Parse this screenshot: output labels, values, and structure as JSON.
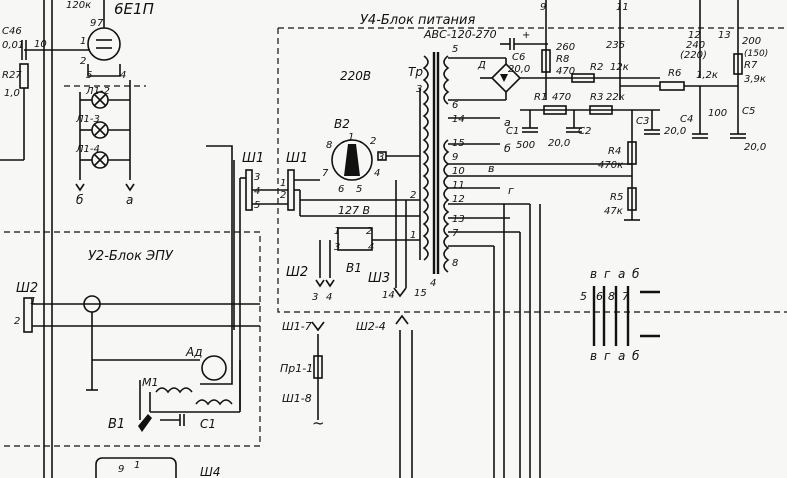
{
  "blocks": {
    "power_block": "У4-Блок питания",
    "epu_block": "У2-Блок ЭПУ"
  },
  "tube": {
    "name": "6Е1П",
    "pins": [
      "9",
      "7",
      "1",
      "2",
      "5",
      "4"
    ]
  },
  "left_components": {
    "r_top": "120к",
    "c46": "С46",
    "c46_val": "0,01",
    "r27": "R27",
    "r27_val": "1,0",
    "node10": "10",
    "lamps": [
      "Л1-2",
      "Л1-3",
      "Л1-4"
    ],
    "outputs": [
      "б",
      "а"
    ]
  },
  "power": {
    "rectifier": "АВС-120-270",
    "d": "Д",
    "c6": "С6",
    "c6_val": "20,0",
    "r8": "R8",
    "r8_val": "470",
    "v260": "260",
    "v235": "235",
    "v240": "240",
    "v220p": "(220)",
    "v200": "200",
    "v150p": "(150)",
    "net9": "9",
    "net11": "11",
    "net12": "12",
    "net13": "13",
    "r2": "R2",
    "r2_val": "12к",
    "r6": "R6",
    "r6_val": "1,2к",
    "r7": "R7",
    "r7_val": "3,9к",
    "r1": "R1",
    "r1_val": "470",
    "r3": "R3",
    "r3_val": "22к",
    "c1": "С1",
    "c1_val": "500",
    "c2": "С2",
    "c2_val": "20,0",
    "c3": "С3",
    "c3_val": "20,0",
    "c4": "С4",
    "c4_val": "100",
    "c5": "С5",
    "c5_val": "20,0",
    "r4": "R4",
    "r4_val": "470к",
    "r5": "R5",
    "r5_val": "47к",
    "tr": "Тр",
    "v220": "220В",
    "v127": "127 В",
    "b2": "В2",
    "b1": "В1",
    "switch_pos": [
      "1",
      "2",
      "3",
      "4",
      "5",
      "6",
      "7",
      "8"
    ],
    "winding_nums": [
      "5",
      "3",
      "6",
      "14",
      "15",
      "9",
      "10",
      "11",
      "12",
      "13",
      "7",
      "8",
      "2",
      "1"
    ],
    "letters": [
      "а",
      "б",
      "в",
      "г"
    ]
  },
  "connectors": {
    "sh1": "Ш1",
    "sh1b": "Ш1",
    "sh2": "Ш2",
    "sh2b": "Ш2",
    "sh3": "Ш3",
    "sh4": "Ш4",
    "sh1_7": "Ш1-7",
    "sh2_4": "Ш2-4",
    "pr1_1": "Пр1-1",
    "sh1_8": "Ш1-8",
    "sh2_pins": [
      "3",
      "4"
    ],
    "sh3_pins": [
      "14",
      "15"
    ],
    "bottom_plug_pins": [
      "9",
      "1"
    ]
  },
  "motor": {
    "ad": "Ад",
    "m1": "М1",
    "c1": "С1",
    "b1": "В1"
  },
  "right_terminal": {
    "top_letters": [
      "в",
      "г",
      "а",
      "б"
    ],
    "numbers": [
      "5",
      "6",
      "8",
      "7"
    ],
    "bottom_letters": [
      "в",
      "г",
      "а",
      "б"
    ]
  }
}
